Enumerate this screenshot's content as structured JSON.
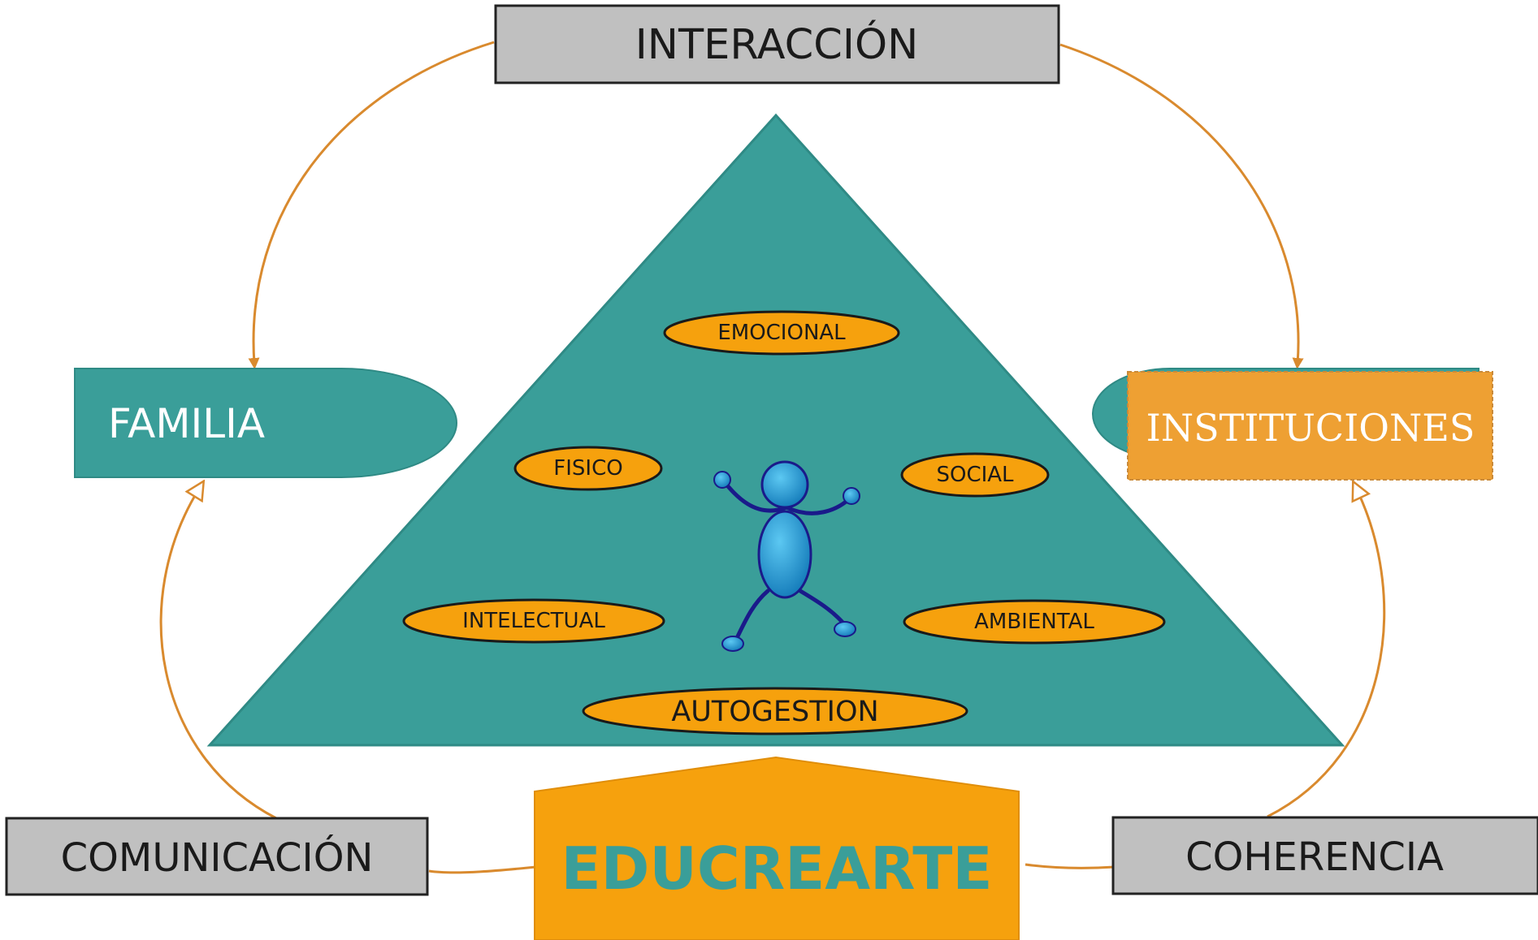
{
  "top_label": "INTERACCIÓN",
  "left_node": "FAMILIA",
  "right_node": "INSTITUCIONES",
  "bottom_left_label": "COMUNICACIÓN",
  "bottom_right_label": "COHERENCIA",
  "brand": "EDUCREARTE",
  "dimensions": [
    "EMOCIONAL",
    "FISICO",
    "SOCIAL",
    "INTELECTUAL",
    "AMBIENTAL"
  ],
  "base_label": "AUTOGESTION",
  "colors": {
    "teal": "#3a9e99",
    "orange": "#f6a10d",
    "orange_box": "#eea033",
    "arrow": "#d98a2e",
    "gray_box": "#c0c0c0",
    "brand_text": "#3a9e99",
    "figure": "#1a8fd0",
    "figure_outline": "#1a1a8a"
  }
}
